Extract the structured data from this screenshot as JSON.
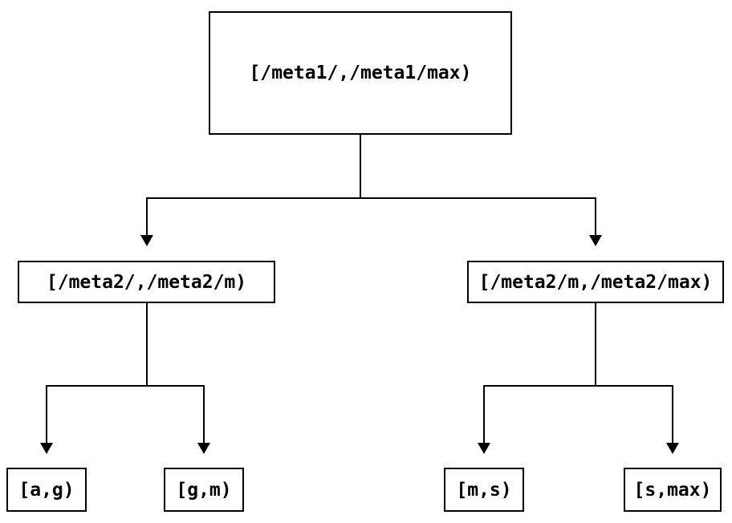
{
  "diagram": {
    "type": "tree",
    "nodes": {
      "root": {
        "label": "[/meta1/,/meta1/max)"
      },
      "meta_left": {
        "label": "[/meta2/,/meta2/m)"
      },
      "meta_right": {
        "label": "[/meta2/m,/meta2/max)"
      },
      "leaf_ag": {
        "label": "[a,g)"
      },
      "leaf_gm": {
        "label": "[g,m)"
      },
      "leaf_ms": {
        "label": "[m,s)"
      },
      "leaf_smax": {
        "label": "[s,max)"
      }
    },
    "edges": [
      {
        "from": "root",
        "to": "meta_left"
      },
      {
        "from": "root",
        "to": "meta_right"
      },
      {
        "from": "meta_left",
        "to": "leaf_ag"
      },
      {
        "from": "meta_left",
        "to": "leaf_gm"
      },
      {
        "from": "meta_right",
        "to": "leaf_ms"
      },
      {
        "from": "meta_right",
        "to": "leaf_smax"
      }
    ],
    "colors": {
      "line": "#000000",
      "text": "#000000",
      "background": "#ffffff"
    }
  }
}
